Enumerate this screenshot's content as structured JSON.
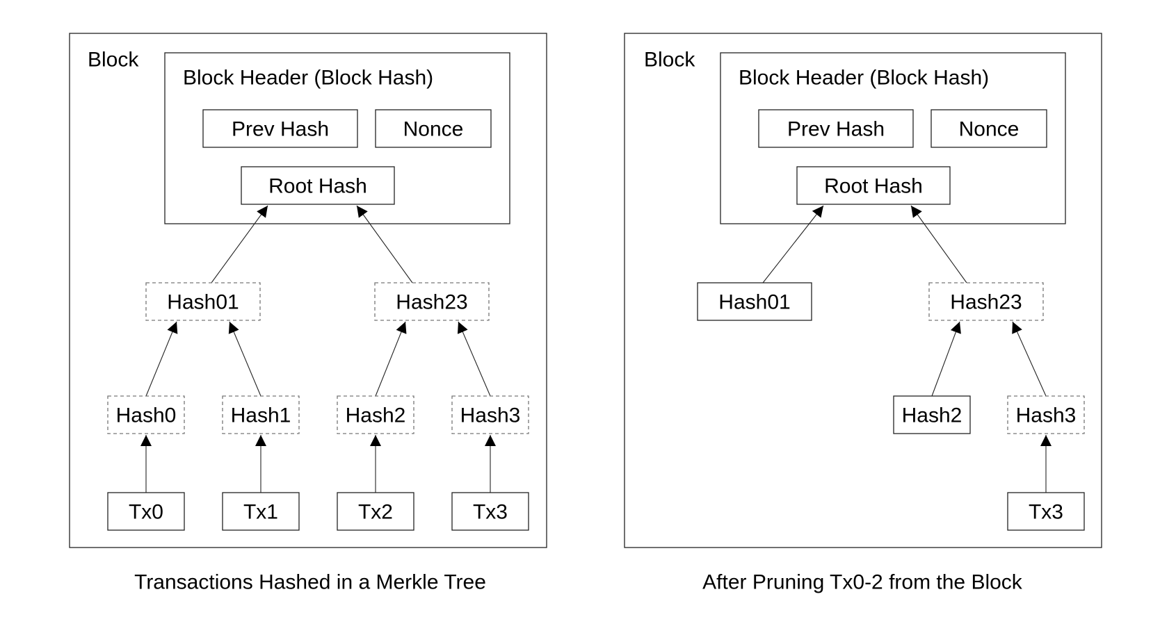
{
  "panels": [
    {
      "id": "left",
      "block_label": "Block",
      "header_label": "Block Header (Block Hash)",
      "prev_hash": "Prev Hash",
      "nonce": "Nonce",
      "root_hash": "Root Hash",
      "caption": "Transactions Hashed in a Merkle Tree",
      "hash01": {
        "label": "Hash01",
        "style": "dashed"
      },
      "hash23": {
        "label": "Hash23",
        "style": "dashed"
      },
      "hash0": {
        "label": "Hash0",
        "style": "dashed"
      },
      "hash1": {
        "label": "Hash1",
        "style": "dashed"
      },
      "hash2": {
        "label": "Hash2",
        "style": "dashed"
      },
      "hash3": {
        "label": "Hash3",
        "style": "dashed"
      },
      "tx0": {
        "label": "Tx0",
        "style": "solid"
      },
      "tx1": {
        "label": "Tx1",
        "style": "solid"
      },
      "tx2": {
        "label": "Tx2",
        "style": "solid"
      },
      "tx3": {
        "label": "Tx3",
        "style": "solid"
      }
    },
    {
      "id": "right",
      "block_label": "Block",
      "header_label": "Block Header (Block Hash)",
      "prev_hash": "Prev Hash",
      "nonce": "Nonce",
      "root_hash": "Root Hash",
      "caption": "After Pruning Tx0-2 from the Block",
      "hash01": {
        "label": "Hash01",
        "style": "solid"
      },
      "hash23": {
        "label": "Hash23",
        "style": "dashed"
      },
      "hash2": {
        "label": "Hash2",
        "style": "solid"
      },
      "hash3": {
        "label": "Hash3",
        "style": "dashed"
      },
      "tx3": {
        "label": "Tx3",
        "style": "solid"
      }
    }
  ]
}
